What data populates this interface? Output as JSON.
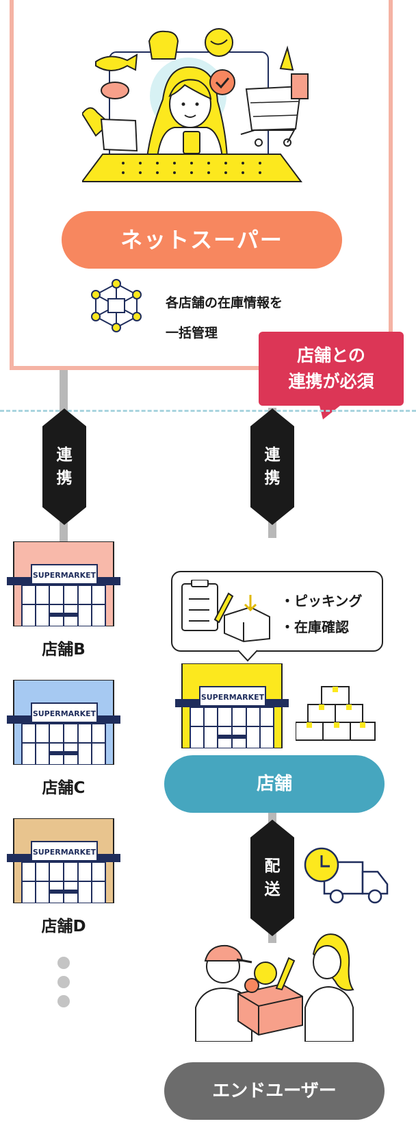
{
  "net_super": {
    "title": "ネットスーパー",
    "description_lines": [
      "各店舗の在庫情報を",
      "一括管理"
    ]
  },
  "callout": {
    "lines": [
      "店舗との",
      "連携が必須"
    ]
  },
  "connectors": {
    "left_link": [
      "連",
      "携"
    ],
    "right_link": [
      "連",
      "携"
    ],
    "delivery": [
      "配",
      "送"
    ]
  },
  "stores": [
    {
      "label": "店舗B",
      "color": "#f8b9aa"
    },
    {
      "label": "店舗C",
      "color": "#a6c9f2"
    },
    {
      "label": "店舗D",
      "color": "#e8c48e"
    }
  ],
  "store_sign": "SUPERMARKET",
  "main_store": {
    "color": "#fce81e",
    "tasks": [
      "・ピッキング",
      "・在庫確認"
    ],
    "label": "店舗"
  },
  "end_user": {
    "label": "エンドユーザー"
  },
  "colors": {
    "accent_orange": "#f7875f",
    "callout_red": "#dc3656",
    "store_teal": "#46a6bf",
    "user_gray": "#6c6c6c",
    "navy": "#1f2d5c"
  }
}
